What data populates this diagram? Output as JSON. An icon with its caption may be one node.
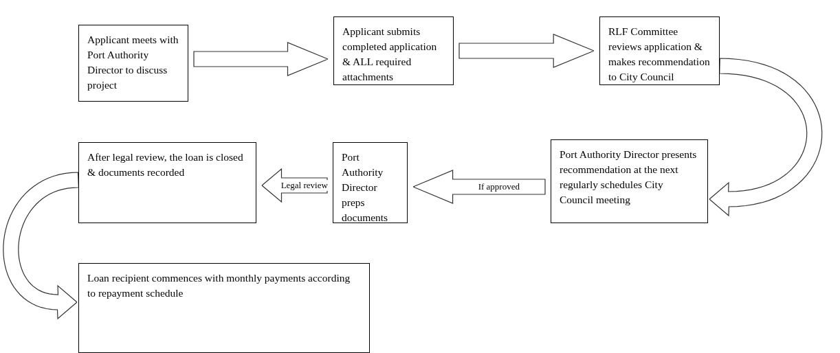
{
  "diagram": {
    "nodes": [
      {
        "text": [
          "Applicant meets with Port Authority Director to discuss project"
        ]
      },
      {
        "text": [
          "Applicant submits completed application & ALL required attachments"
        ]
      },
      {
        "text": [
          "RLF Committee reviews application & makes recommendation to City Council"
        ]
      },
      {
        "text": [
          "Port Authority Director presents recommendation at the next regularly schedules City Council meeting"
        ]
      },
      {
        "text": [
          "Port Authority Director preps documents"
        ]
      },
      {
        "text": [
          "After legal review, the loan is closed & documents recorded"
        ]
      },
      {
        "text": [
          "Loan recipient commences with monthly payments according to repayment schedule"
        ]
      }
    ],
    "edges": [
      {
        "from": 0,
        "to": 1,
        "arrow": "to"
      },
      {
        "from": 1,
        "to": 2,
        "arrow": "to"
      },
      {
        "from": 2,
        "to": 3,
        "arrow": "to"
      },
      {
        "from": 3,
        "to": 4,
        "arrow": "to",
        "label": "If approved"
      },
      {
        "from": 4,
        "to": 5,
        "arrow": "to",
        "label": "Legal review"
      },
      {
        "from": 5,
        "to": 6,
        "arrow": "to"
      }
    ]
  }
}
